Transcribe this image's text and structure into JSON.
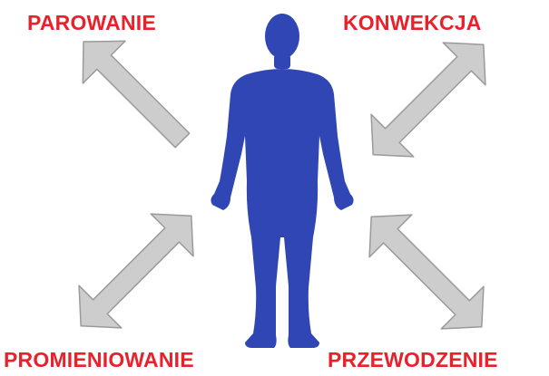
{
  "labels": {
    "evaporation": "PAROWANIE",
    "convection": "KONWEKCJA",
    "radiation": "PROMIENIOWANIE",
    "conduction": "PRZEWODZENIE"
  },
  "colors": {
    "label_text": "#e8212b",
    "human_figure": "#2f46b4",
    "arrow_fill": "#cdcdcd",
    "arrow_stroke": "#9a9a9a"
  },
  "icons": {
    "figure": "human-body-silhouette-icon",
    "arrow_out": "outward-arrow-icon",
    "arrow_both": "double-headed-arrow-icon"
  }
}
